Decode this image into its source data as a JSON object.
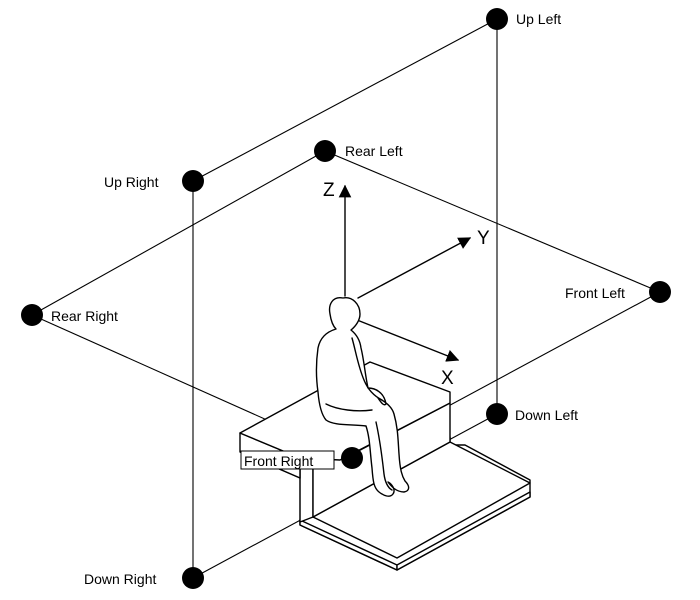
{
  "speakers": [
    {
      "key": "up_left",
      "label": "Up Left"
    },
    {
      "key": "rear_left",
      "label": "Rear Left"
    },
    {
      "key": "up_right",
      "label": "Up Right"
    },
    {
      "key": "rear_right",
      "label": "Rear Right"
    },
    {
      "key": "front_left",
      "label": "Front Left"
    },
    {
      "key": "down_left",
      "label": "Down Left"
    },
    {
      "key": "front_right",
      "label": "Front Right"
    },
    {
      "key": "down_right",
      "label": "Down Right"
    }
  ],
  "axes": {
    "z": "Z",
    "y": "Y",
    "x": "X"
  }
}
